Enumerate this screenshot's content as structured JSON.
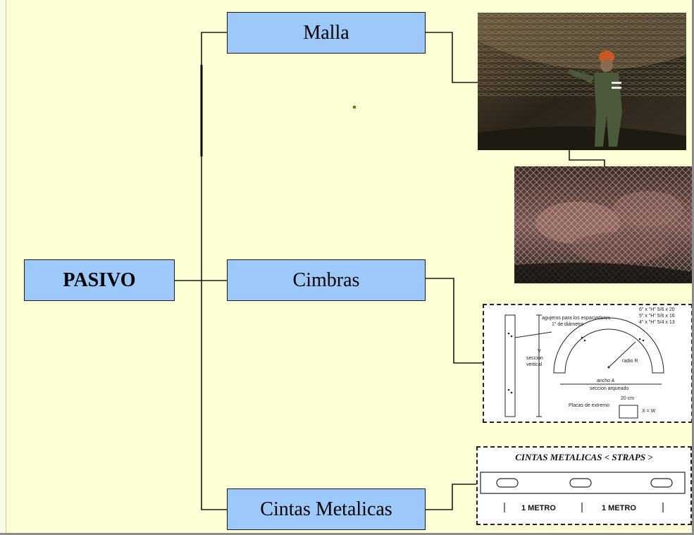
{
  "nodes": {
    "root": "PASIVO",
    "malla": "Malla",
    "cimbras": "Cimbras",
    "cintas": "Cintas Metalicas"
  },
  "images": {
    "malla_photo_1": "miner-installing-mesh-photo",
    "malla_photo_2": "mesh-over-rock-photo"
  },
  "cimbras_diagram": {
    "label_holes": "agujeros para los espaciadores",
    "label_holes_2": "1\" de diámetro",
    "label_v": "V",
    "label_section_v": "seccion",
    "label_section_v2": "vertical",
    "spec_1": "6\" x \"H\" 5/6 x 20",
    "spec_2": "5\" x \"H\" 5/6 x 16",
    "spec_3": "4\" x \"H\" 5/4 x 13",
    "label_radius": "radio R",
    "label_width": "ancho A",
    "label_arched": "seccion arqueado",
    "label_end_plates": "Placas de extremo",
    "label_20cm": "20 cm",
    "label_xw": "X = W"
  },
  "strap_diagram": {
    "title": "CINTAS  METALICAS  < STRAPS >",
    "meter_1": "1 METRO",
    "meter_2": "1 METRO"
  },
  "colors": {
    "background": "#ffffd5",
    "box_fill": "#9cc8fa",
    "line": "#1a1a1a"
  }
}
